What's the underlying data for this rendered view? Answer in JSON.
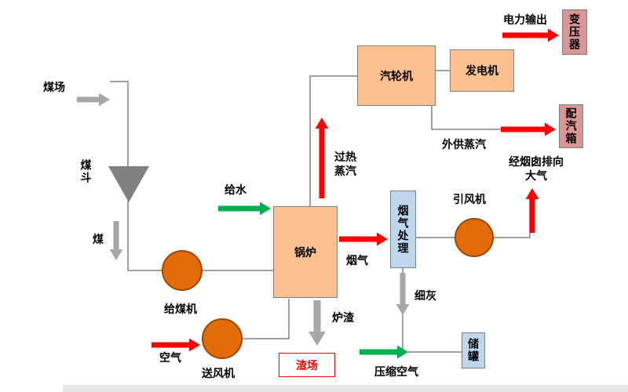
{
  "nodes": {
    "boiler": "锅炉",
    "steam_turbine": "汽轮机",
    "generator": "发电机",
    "transformer": "变压器",
    "steam_distribution_box": "配汽箱",
    "flue_gas_treatment": "烟气处理",
    "storage_tank": "储罐",
    "slag_yard": "渣场",
    "coal_feeder": "给煤机",
    "forced_draft_fan": "送风机",
    "induced_draft_fan": "引风机",
    "coal_hopper": "煤斗"
  },
  "flows": {
    "coal_yard": "煤场",
    "coal": "煤",
    "air": "空气",
    "feed_water": "给水",
    "superheated_steam": "过热蒸汽",
    "power_output": "电力输出",
    "external_steam": "外供蒸汽",
    "flue_gas": "烟气",
    "to_atmosphere": "经烟囱排向大气",
    "fine_ash": "细灰",
    "slag": "炉渣",
    "compressed_air": "压缩空气"
  },
  "colors": {
    "process_box": "#FAC090",
    "fan_circle": "#E36C09",
    "fan_circle_border": "#974806",
    "output_box": "#D99694",
    "treatment_box": "#BDD7EE",
    "arrow_red": "#FF0000",
    "arrow_green": "#00B050",
    "arrow_gray": "#A6A6A6",
    "connector_line": "#808080",
    "slag_yard_accent": "#FF0000"
  }
}
